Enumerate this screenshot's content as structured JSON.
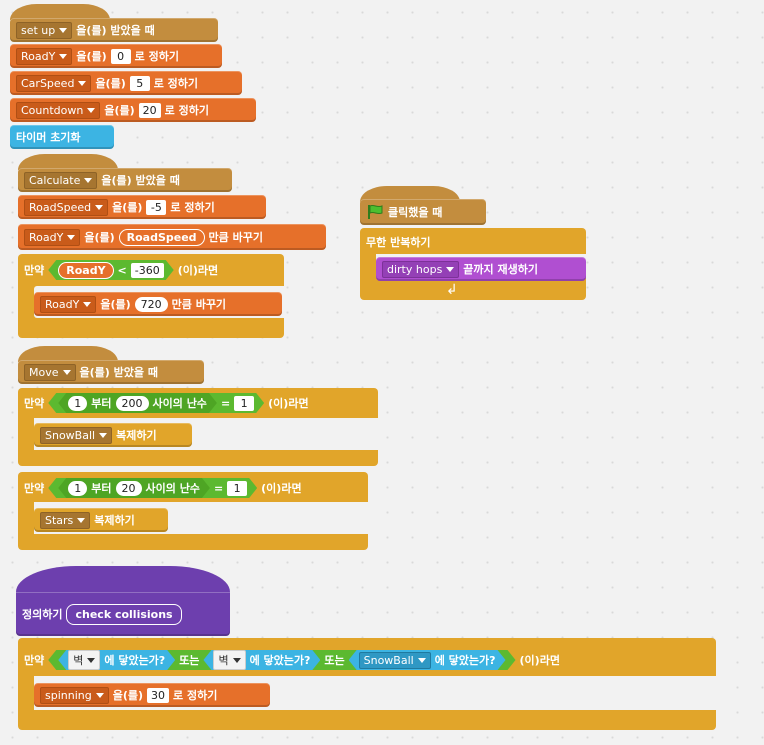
{
  "s1": {
    "event_var": "set up",
    "event_text": "을(를) 받았을 때",
    "b1_var": "RoadY",
    "b1_mid": "을(를)",
    "b1_val": "0",
    "b1_end": "로 정하기",
    "b2_var": "CarSpeed",
    "b2_val": "5",
    "b3_var": "Countdown",
    "b3_val": "20",
    "b4": "타이머 초기화"
  },
  "s2": {
    "event_var": "Calculate",
    "b1_var": "RoadSpeed",
    "b1_val": "-5",
    "b2_var": "RoadY",
    "b2_ref": "RoadSpeed",
    "b2_end": "만큼 바꾸기",
    "if": "만약",
    "if_var": "RoadY",
    "if_op": "<",
    "if_val": "-360",
    "if_end": "(이)라면",
    "b3_var": "RoadY",
    "b3_val": "720"
  },
  "s3": {
    "event_var": "Move",
    "r1_a": "1",
    "r1_mid": "부터",
    "r1_b": "200",
    "r1_end": "사이의 난수",
    "r1_eq": "=",
    "r1_val": "1",
    "c1_var": "SnowBall",
    "c1_text": "복제하기",
    "r2_a": "1",
    "r2_b": "20",
    "r2_val": "1",
    "c2_var": "Stars"
  },
  "s4": {
    "def": "정의하기",
    "proto": "check collisions",
    "t1_var": "벽",
    "t1_text": "에 닿았는가?",
    "or": "또는",
    "t2_var": "벽",
    "t3_var": "SnowBall",
    "b1_var": "spinning",
    "b1_val": "30"
  },
  "s5": {
    "hat": "클릭했을 때",
    "forever": "무한 반복하기",
    "pen_var": "dirty hops",
    "pen_text": "끝까지 재생하기"
  },
  "colors": {
    "event": "#c38d3e",
    "variable": "#e6702a",
    "control": "#e1a52a",
    "sensing": "#3cb4e3",
    "operator": "#5cb930",
    "sound": "#b04fd1",
    "define": "#6d3fae"
  }
}
